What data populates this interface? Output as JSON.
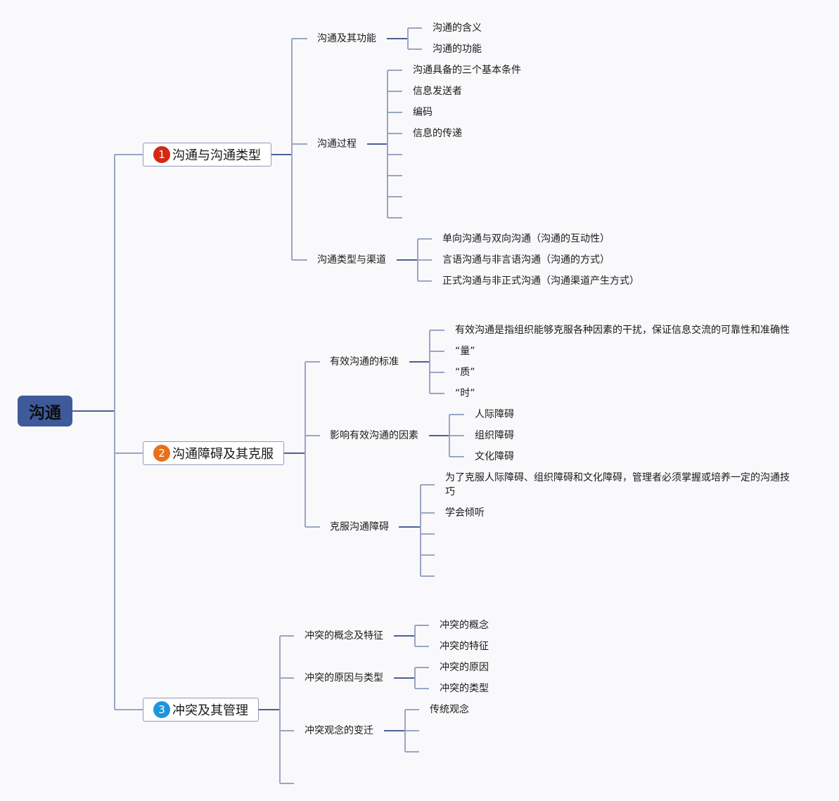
{
  "root": {
    "label": "沟通"
  },
  "branches": [
    {
      "number": "1",
      "label": "沟通与沟通类型",
      "badge_color": "#d42a12",
      "children": [
        {
          "label": "沟通及其功能",
          "children": [
            "沟通的含义",
            "沟通的功能"
          ]
        },
        {
          "label": "沟通过程",
          "children": [
            "沟通具备的三个基本条件",
            "信息发送者",
            "编码",
            "信息的传递",
            "",
            "",
            "",
            ""
          ]
        },
        {
          "label": "沟通类型与渠道",
          "children": [
            "单向沟通与双向沟通（沟通的互动性）",
            "言语沟通与非言语沟通（沟通的方式）",
            "正式沟通与非正式沟通（沟通渠道产生方式）"
          ]
        }
      ]
    },
    {
      "number": "2",
      "label": "沟通障碍及其克服",
      "badge_color": "#e8701a",
      "children": [
        {
          "label": "有效沟通的标准",
          "children": [
            "有效沟通是指组织能够克服各种因素的干扰，保证信息交流的可靠性和准确性",
            "“量”",
            "“质”",
            "“时”"
          ]
        },
        {
          "label": "影响有效沟通的因素",
          "children": [
            "人际障碍",
            "组织障碍",
            "文化障碍"
          ]
        },
        {
          "label": "克服沟通障碍",
          "children": [
            "为了克服人际障碍、组织障碍和文化障碍，管理者必须掌握或培养一定的沟通技巧",
            "学会倾听",
            "",
            "",
            ""
          ]
        }
      ]
    },
    {
      "number": "3",
      "label": "冲突及其管理",
      "badge_color": "#1e96dc",
      "children": [
        {
          "label": "冲突的概念及特征",
          "children": [
            "冲突的概念",
            "冲突的特征"
          ]
        },
        {
          "label": "冲突的原因与类型",
          "children": [
            "冲突的原因",
            "冲突的类型"
          ]
        },
        {
          "label": "冲突观念的变迁",
          "children": [
            "传统观念",
            "",
            ""
          ]
        },
        {
          "label": "",
          "children": []
        }
      ]
    }
  ],
  "colors": {
    "root_fill": "#3f5a9b",
    "line": "#9aa5c4",
    "line_dark": "#4b5f93"
  }
}
